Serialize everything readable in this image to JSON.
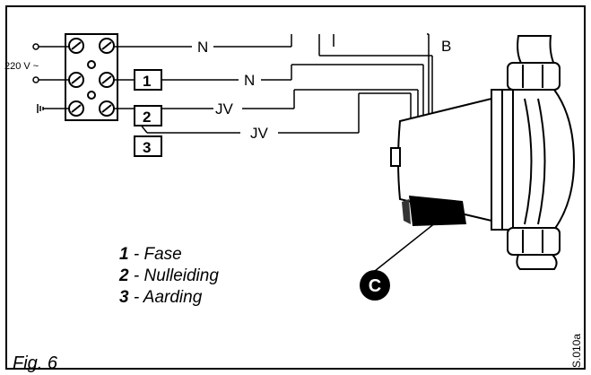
{
  "diagram": {
    "voltage": "220 V ~",
    "wire_n_top": "N",
    "wire_n_mid": "N",
    "wire_jv_1": "JV",
    "wire_jv_2": "JV",
    "wire_b": "B",
    "terminal_1": "1",
    "terminal_2": "2",
    "terminal_3": "3",
    "callout_c": "C"
  },
  "legend": [
    {
      "num": "1",
      "sep": " - ",
      "text": "Fase"
    },
    {
      "num": "2",
      "sep": " - ",
      "text": "Nulleiding"
    },
    {
      "num": "3",
      "sep": " - ",
      "text": "Aarding"
    }
  ],
  "caption": "Fig. 6",
  "code": "S.010a"
}
